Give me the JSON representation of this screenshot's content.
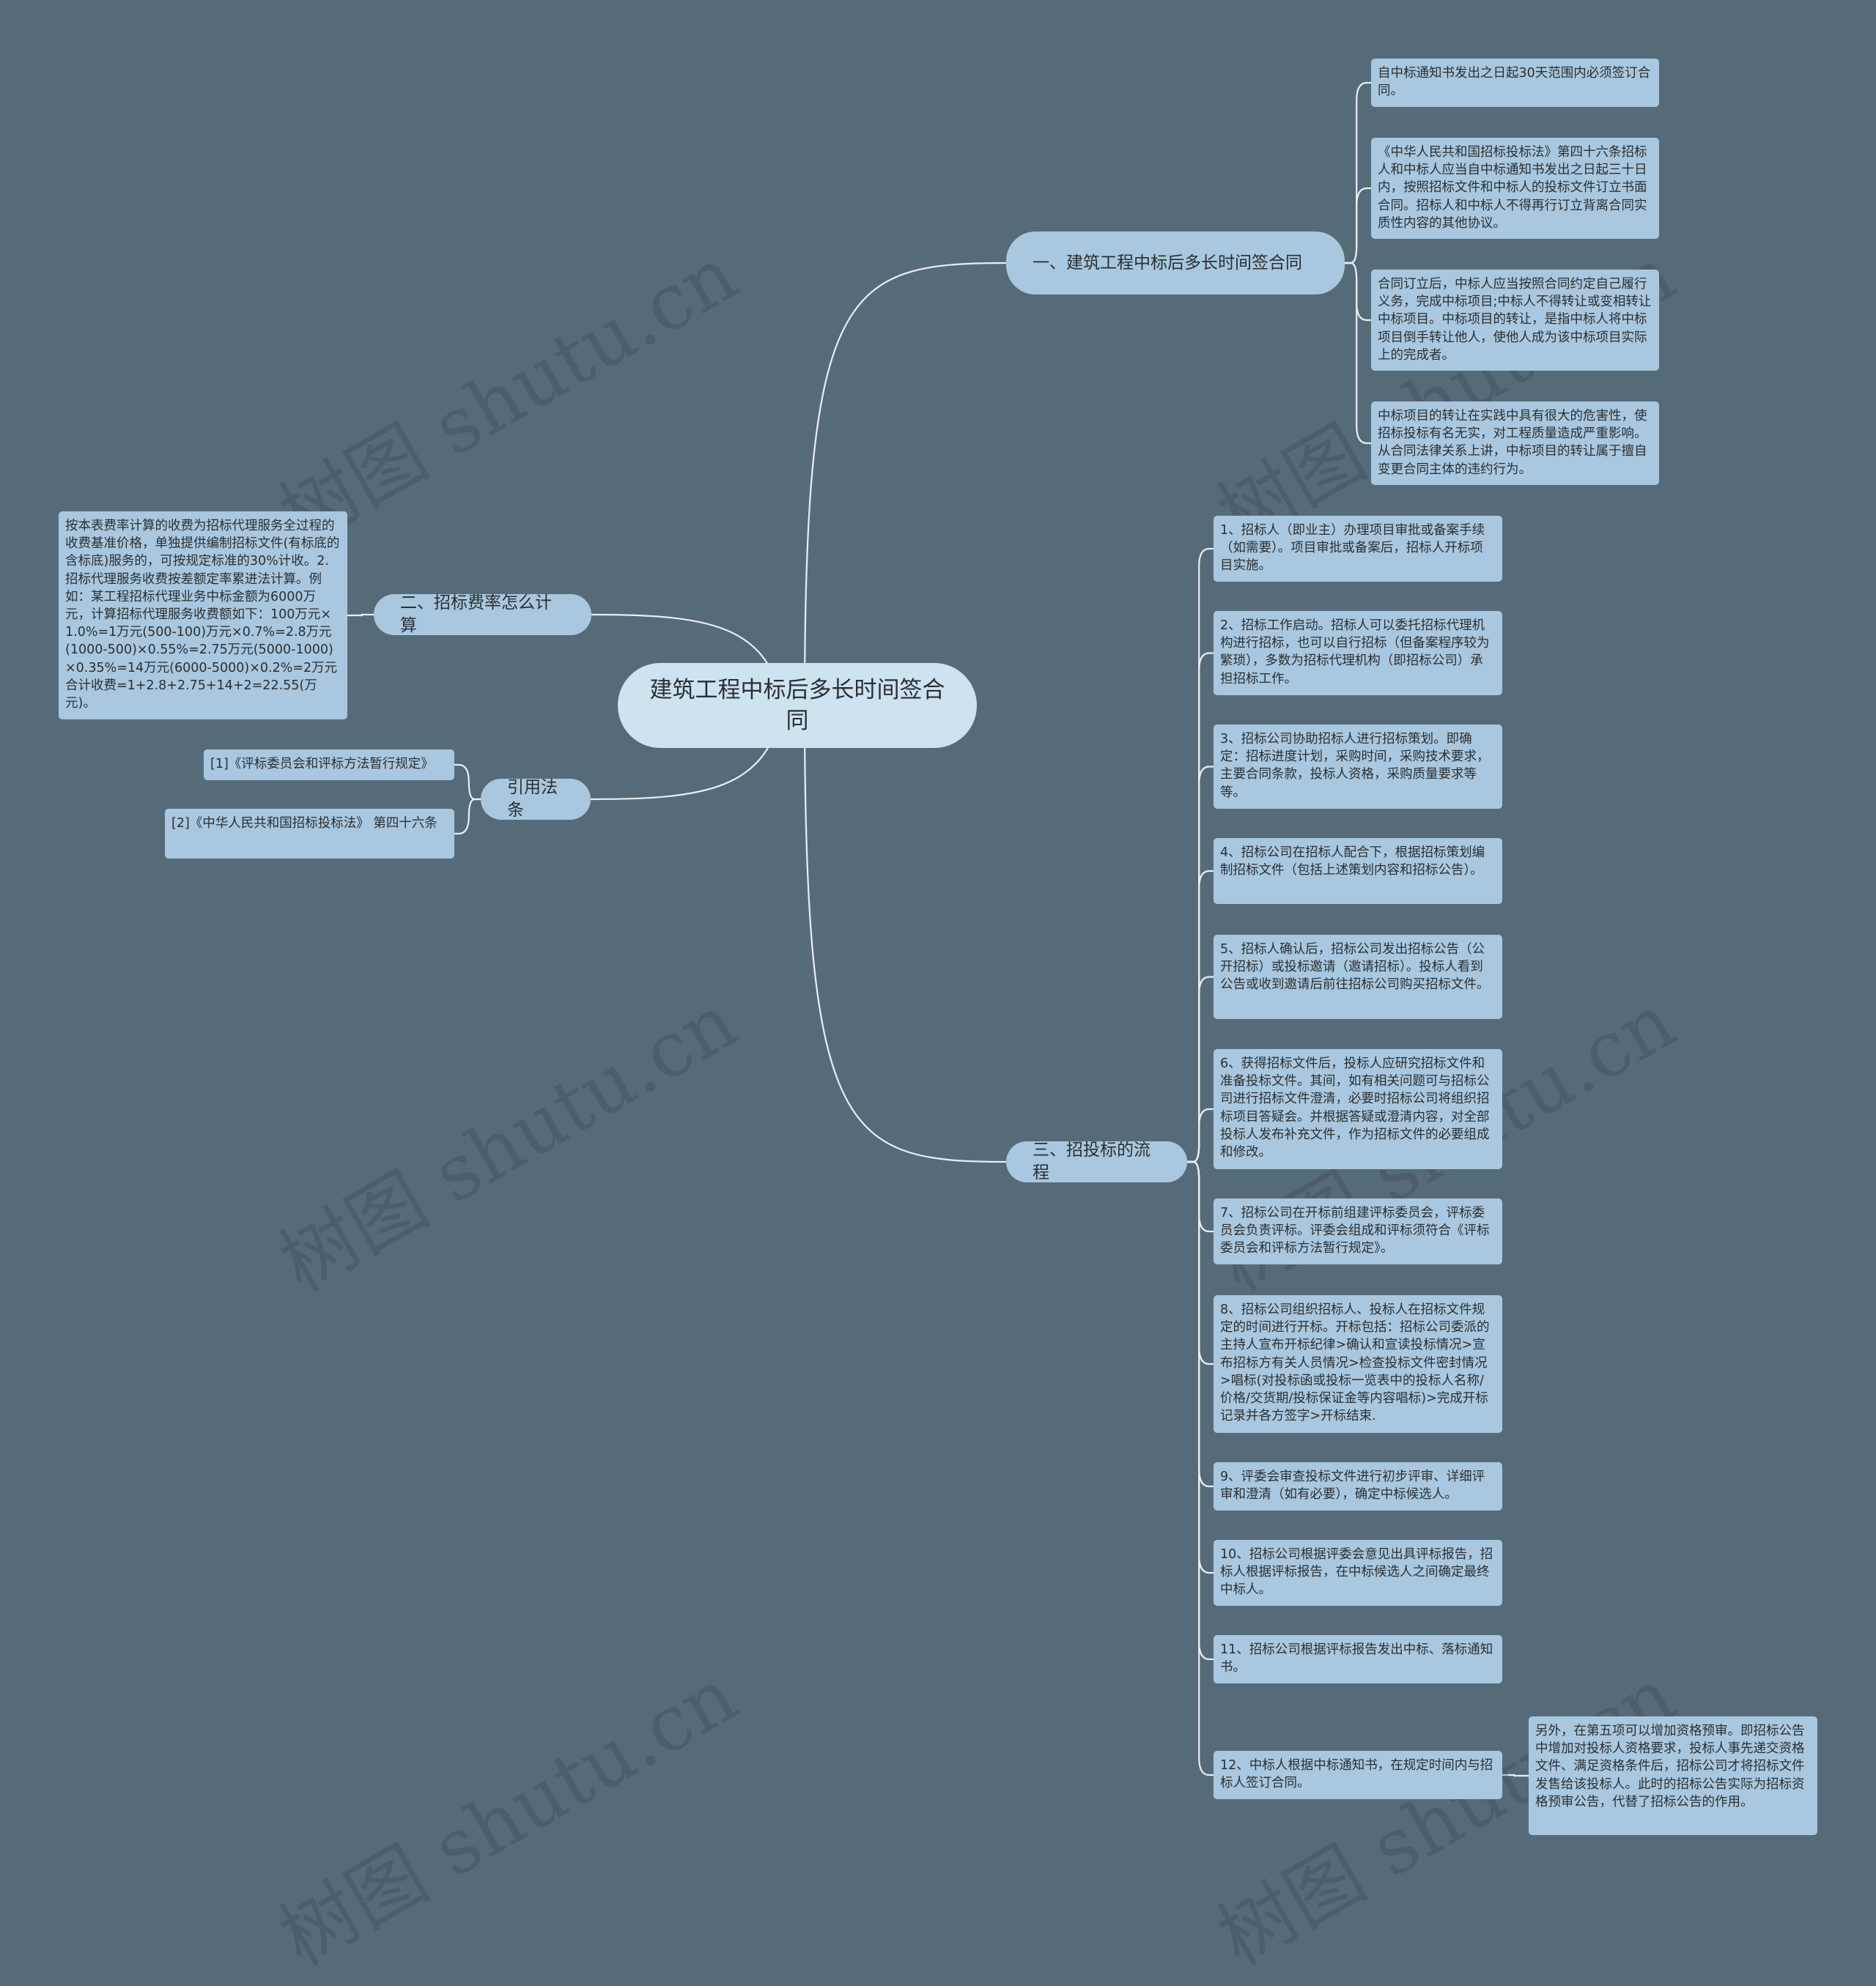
{
  "root": {
    "label": "建筑工程中标后多长时间签合同"
  },
  "branches": {
    "b1": {
      "label": "一、建筑工程中标后多长时间签合同",
      "leaves": [
        "自中标通知书发出之日起30天范围内必须签订合同。",
        "《中华人民共和国招标投标法》第四十六条招标人和中标人应当自中标通知书发出之日起三十日内，按照招标文件和中标人的投标文件订立书面合同。招标人和中标人不得再行订立背离合同实质性内容的其他协议。",
        "合同订立后，中标人应当按照合同约定自己履行义务，完成中标项目;中标人不得转让或变相转让中标项目。中标项目的转让，是指中标人将中标项目倒手转让他人，使他人成为该中标项目实际上的完成者。",
        "中标项目的转让在实践中具有很大的危害性，使招标投标有名无实，对工程质量造成严重影响。从合同法律关系上讲，中标项目的转让属于擅自变更合同主体的违约行为。"
      ]
    },
    "b2": {
      "label": "二、招标费率怎么计算",
      "leaves": [
        "按本表费率计算的收费为招标代理服务全过程的收费基准价格，单独提供编制招标文件(有标底的含标底)服务的，可按规定标准的30%计收。2.招标代理服务收费按差额定率累进法计算。例如：某工程招标代理业务中标金额为6000万元，计算招标代理服务收费额如下：100万元×1.0%=1万元(500-100)万元×0.7%=2.8万元(1000-500)×0.55%=2.75万元(5000-1000)×0.35%=14万元(6000-5000)×0.2%=2万元合计收费=1+2.8+2.75+14+2=22.55(万元)。"
      ]
    },
    "b3": {
      "label": "引用法条",
      "leaves": [
        "[1]《评标委员会和评标方法暂行规定》",
        "[2]《中华人民共和国招标投标法》 第四十六条"
      ]
    },
    "b4": {
      "label": "三、招投标的流程",
      "leaves": [
        "1、招标人（即业主）办理项目审批或备案手续（如需要）。项目审批或备案后，招标人开标项目实施。",
        "2、招标工作启动。招标人可以委托招标代理机构进行招标，也可以自行招标（但备案程序较为繁琐），多数为招标代理机构（即招标公司）承担招标工作。",
        "3、招标公司协助招标人进行招标策划。即确定：招标进度计划，采购时间，采购技术要求，主要合同条款，投标人资格，采购质量要求等等。",
        "4、招标公司在招标人配合下，根据招标策划编制招标文件（包括上述策划内容和招标公告）。",
        "5、招标人确认后，招标公司发出招标公告（公开招标）或投标邀请（邀请招标）。投标人看到公告或收到邀请后前往招标公司购买招标文件。",
        "6、获得招标文件后，投标人应研究招标文件和准备投标文件。其间，如有相关问题可与招标公司进行招标文件澄清，必要时招标公司将组织招标项目答疑会。并根据答疑或澄清内容，对全部投标人发布补充文件，作为招标文件的必要组成和修改。",
        "7、招标公司在开标前组建评标委员会，评标委员会负责评标。评委会组成和评标须符合《评标委员会和评标方法暂行规定》。",
        "8、招标公司组织招标人、投标人在招标文件规定的时间进行开标。开标包括：招标公司委派的主持人宣布开标纪律>确认和宣读投标情况>宣布招标方有关人员情况>检查投标文件密封情况>唱标(对投标函或投标一览表中的投标人名称/价格/交货期/投标保证金等内容唱标)>完成开标记录并各方签字>开标结束.",
        "9、评委会审查投标文件进行初步评审、详细评审和澄清（如有必要），确定中标候选人。",
        "10、招标公司根据评委会意见出具评标报告，招标人根据评标报告，在中标候选人之间确定最终中标人。",
        "11、招标公司根据评标报告发出中标、落标通知书。",
        "12、中标人根据中标通知书，在规定时间内与招标人签订合同。"
      ],
      "sub_leaf": "另外，在第五项可以增加资格预审。即招标公告中增加对投标人资格要求，投标人事先递交资格文件、满足资格条件后，招标公司才将招标文件发售给该投标人。此时的招标公告实际为招标资格预审公告，代替了招标公告的作用。"
    }
  },
  "watermark": "树图 shutu.cn",
  "colors": {
    "background": "#566b7a",
    "root": "#cde3f0",
    "node": "#a9c7de",
    "line": "#e8eef2"
  }
}
